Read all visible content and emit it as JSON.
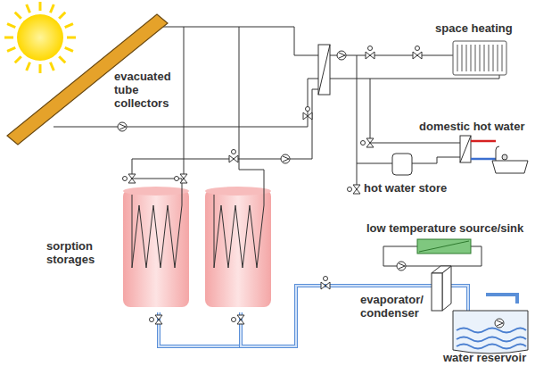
{
  "diagram": {
    "labels": [
      "evacuated tube collectors",
      "space heating",
      "domestic hot water",
      "hot water store",
      "sorption storages",
      "low temperature source/sink",
      "evaporator/ condenser",
      "water reservoir"
    ]
  }
}
